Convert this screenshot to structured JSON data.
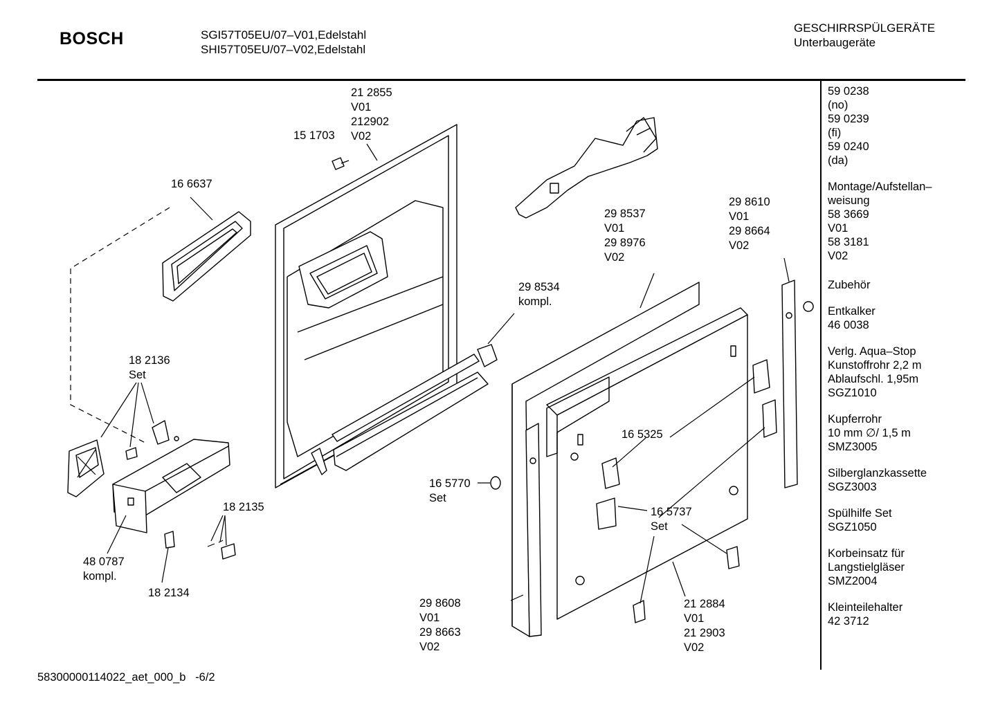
{
  "header": {
    "brand": "BOSCH",
    "models": "SGI57T05EU/07–V01,Edelstahl\nSHI57T05EU/07–V02,Edelstahl",
    "category": "GESCHIRRSPÜLGERÄTE\nUnterbaugeräte"
  },
  "sidebar": {
    "blocks": [
      "59 0238\n(no)\n59 0239\n(fi)\n59 0240\n(da)",
      "Montage/Aufstellan–\nweisung\n58 3669\nV01\n58 3181\nV02",
      "Zubehör",
      "Entkalker\n46 0038",
      "Verlg. Aqua–Stop\nKunstoffrohr 2,2 m\nAblaufschl. 1,95m\nSGZ1010",
      "Kupferrohr\n10 mm ∅/ 1,5 m\nSMZ3005",
      "Silberglanzkassette\nSGZ3003",
      "Spülhilfe Set\nSGZ1050",
      "Korbeinsatz für\nLangstielgläser\nSMZ2004",
      "Kleinteilehalter\n42 3712"
    ]
  },
  "parts": {
    "p212855": "21 2855\nV01\n212902\nV02",
    "p151703": "15 1703",
    "p166637": "16 6637",
    "p298537": "29 8537\nV01\n29 8976\nV02",
    "p298610": "29 8610\nV01\n29 8664\nV02",
    "p298534": "29 8534\nkompl.",
    "p182136": "18 2136\nSet",
    "p165325": "16 5325",
    "p165770": "16 5770",
    "p165770set": "Set",
    "p165737": "16 5737\nSet",
    "p182135": "18 2135",
    "p480787": "48 0787\nkompl.",
    "p182134": "18 2134",
    "p298608": "29 8608\nV01\n29 8663\nV02",
    "p212884": "21 2884\nV01\n21 2903\nV02"
  },
  "footer": {
    "doc_id": "58300000114022_aet_000_b   -6/2"
  }
}
